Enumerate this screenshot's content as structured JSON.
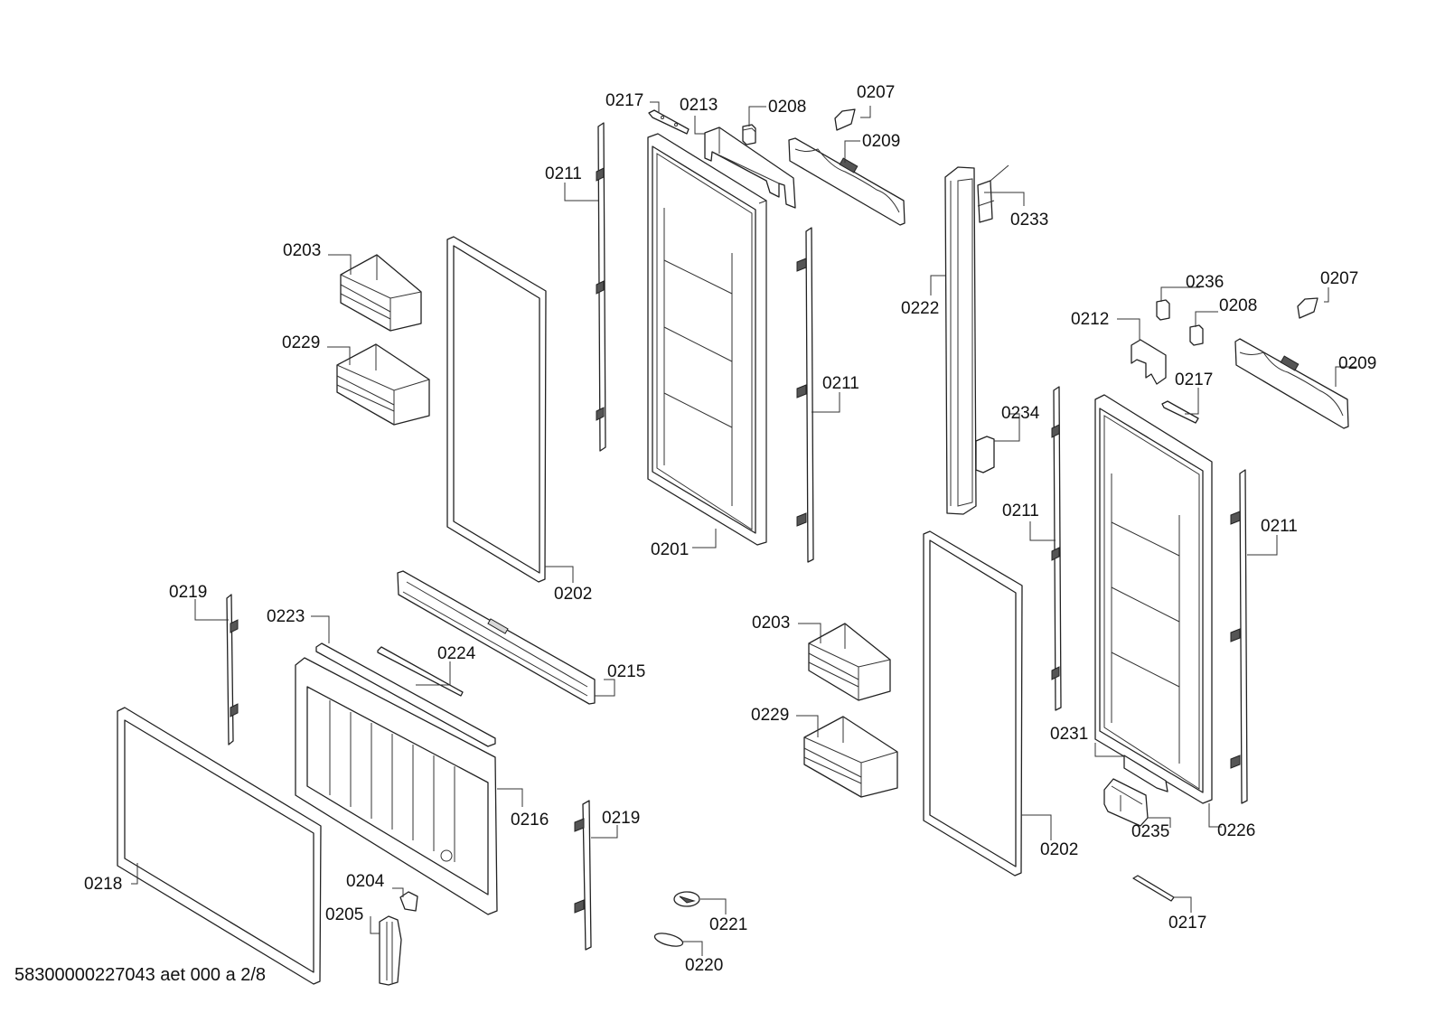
{
  "document": {
    "type": "exploded-view parts diagram",
    "footer": "58300000227043 aet 000 a 2/8"
  },
  "labels": [
    {
      "id": "0217a",
      "text": "0217"
    },
    {
      "id": "0213",
      "text": "0213"
    },
    {
      "id": "0208a",
      "text": "0208"
    },
    {
      "id": "0207a",
      "text": "0207"
    },
    {
      "id": "0209a",
      "text": "0209"
    },
    {
      "id": "0211a",
      "text": "0211"
    },
    {
      "id": "0233",
      "text": "0233"
    },
    {
      "id": "0203a",
      "text": "0203"
    },
    {
      "id": "0229a",
      "text": "0229"
    },
    {
      "id": "0222",
      "text": "0222"
    },
    {
      "id": "0236",
      "text": "0236"
    },
    {
      "id": "0207b",
      "text": "0207"
    },
    {
      "id": "0208b",
      "text": "0208"
    },
    {
      "id": "0212",
      "text": "0212"
    },
    {
      "id": "0209b",
      "text": "0209"
    },
    {
      "id": "0217b",
      "text": "0217"
    },
    {
      "id": "0211b",
      "text": "0211"
    },
    {
      "id": "0234",
      "text": "0234"
    },
    {
      "id": "0211c",
      "text": "0211"
    },
    {
      "id": "0211d",
      "text": "0211"
    },
    {
      "id": "0201",
      "text": "0201"
    },
    {
      "id": "0202a",
      "text": "0202"
    },
    {
      "id": "0219a",
      "text": "0219"
    },
    {
      "id": "0223",
      "text": "0223"
    },
    {
      "id": "0224",
      "text": "0224"
    },
    {
      "id": "0215",
      "text": "0215"
    },
    {
      "id": "0203b",
      "text": "0203"
    },
    {
      "id": "0229b",
      "text": "0229"
    },
    {
      "id": "0231",
      "text": "0231"
    },
    {
      "id": "0216",
      "text": "0216"
    },
    {
      "id": "0219b",
      "text": "0219"
    },
    {
      "id": "0202b",
      "text": "0202"
    },
    {
      "id": "0235",
      "text": "0235"
    },
    {
      "id": "0226",
      "text": "0226"
    },
    {
      "id": "0218",
      "text": "0218"
    },
    {
      "id": "0204",
      "text": "0204"
    },
    {
      "id": "0205",
      "text": "0205"
    },
    {
      "id": "0221",
      "text": "0221"
    },
    {
      "id": "0217c",
      "text": "0217"
    },
    {
      "id": "0220",
      "text": "0220"
    }
  ]
}
